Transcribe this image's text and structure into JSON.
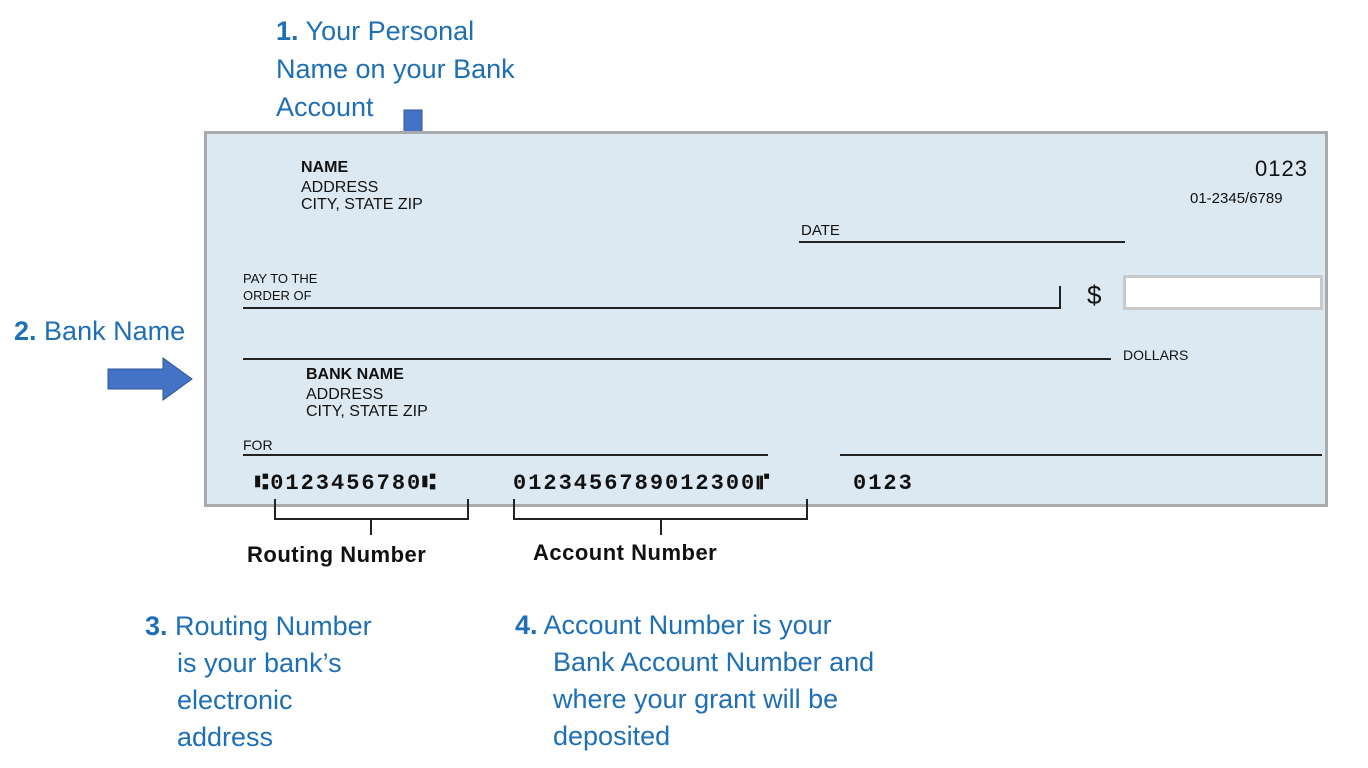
{
  "annotations": {
    "personal_name": {
      "number": "1.",
      "lines": [
        "Your Personal",
        "Name on your Bank",
        "Account"
      ]
    },
    "bank_name": {
      "number": "2.",
      "text": "Bank Name"
    },
    "routing": {
      "number": "3.",
      "lines": [
        "Routing Number",
        "is your bank’s",
        "electronic",
        "address"
      ]
    },
    "account": {
      "number": "4.",
      "lines": [
        "Account Number is your",
        "Bank Account Number and",
        "where your grant will be",
        "deposited"
      ]
    }
  },
  "check": {
    "owner": {
      "name": "NAME",
      "address": "ADDRESS",
      "city": "CITY, STATE  ZIP"
    },
    "check_number": "0123",
    "fraction_code": "01-2345/6789",
    "date_label": "DATE",
    "pay_to_line1": "PAY TO THE",
    "pay_to_line2": "ORDER OF",
    "dollar_sign": "$",
    "dollars_label": "DOLLARS",
    "bank": {
      "name": "BANK NAME",
      "address": "ADDRESS",
      "city": "CITY, STATE  ZIP"
    },
    "for_label": "FOR",
    "micr": {
      "routing": "⑆0123456780⑆",
      "account": "0123456789012300⑈",
      "check": "0123"
    }
  },
  "labels": {
    "routing_number": "Routing Number",
    "account_number": "Account Number"
  },
  "colors": {
    "annotation_text": "#1f6fb5",
    "arrow": "#4472c4",
    "check_background": "#dde9f2",
    "check_border": "#a8abad"
  }
}
